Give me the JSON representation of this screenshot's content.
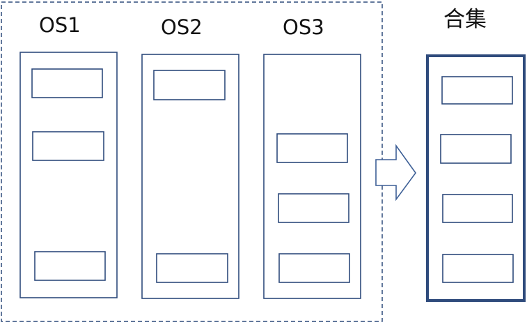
{
  "diagram": {
    "groups": [
      {
        "label": "OS1",
        "item_count": 3
      },
      {
        "label": "OS2",
        "item_count": 2
      },
      {
        "label": "OS3",
        "item_count": 3
      }
    ],
    "result": {
      "label": "合集",
      "item_count": 4
    },
    "colors": {
      "stroke": "#2f4b7c",
      "arrow_stroke": "#3d5f96",
      "text": "#111111",
      "background": "#ffffff"
    }
  }
}
